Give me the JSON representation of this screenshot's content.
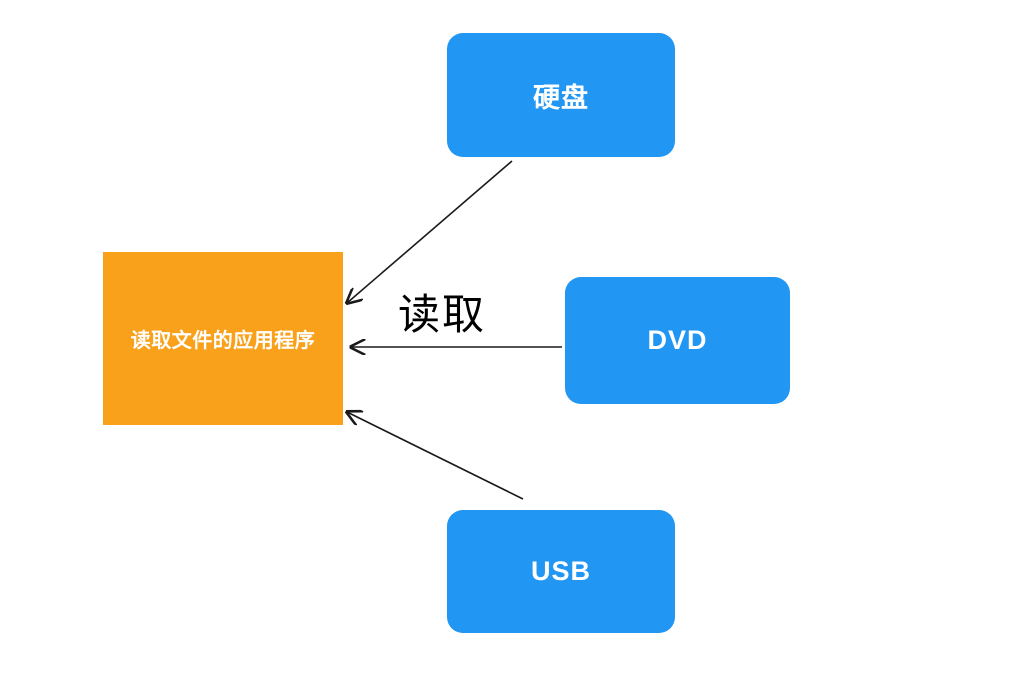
{
  "diagram": {
    "nodes": {
      "app": {
        "label": "读取文件的应用程序",
        "shape": "rectangle",
        "color_key": "node_orange"
      },
      "disk": {
        "label": "硬盘",
        "shape": "rounded-rectangle",
        "color_key": "node_blue"
      },
      "dvd": {
        "label": "DVD",
        "shape": "rounded-rectangle",
        "color_key": "node_blue"
      },
      "usb": {
        "label": "USB",
        "shape": "rounded-rectangle",
        "color_key": "node_blue"
      }
    },
    "edge_label": "读取",
    "edges": [
      {
        "from": "disk",
        "to": "app"
      },
      {
        "from": "dvd",
        "to": "app"
      },
      {
        "from": "usb",
        "to": "app"
      }
    ]
  },
  "colors": {
    "node_blue": "#2196F3",
    "node_orange": "#F9A11B",
    "node_text": "#FFFFFF",
    "arrow": "#1A1A1A",
    "label_text": "#000000",
    "background": "#FFFFFF"
  }
}
